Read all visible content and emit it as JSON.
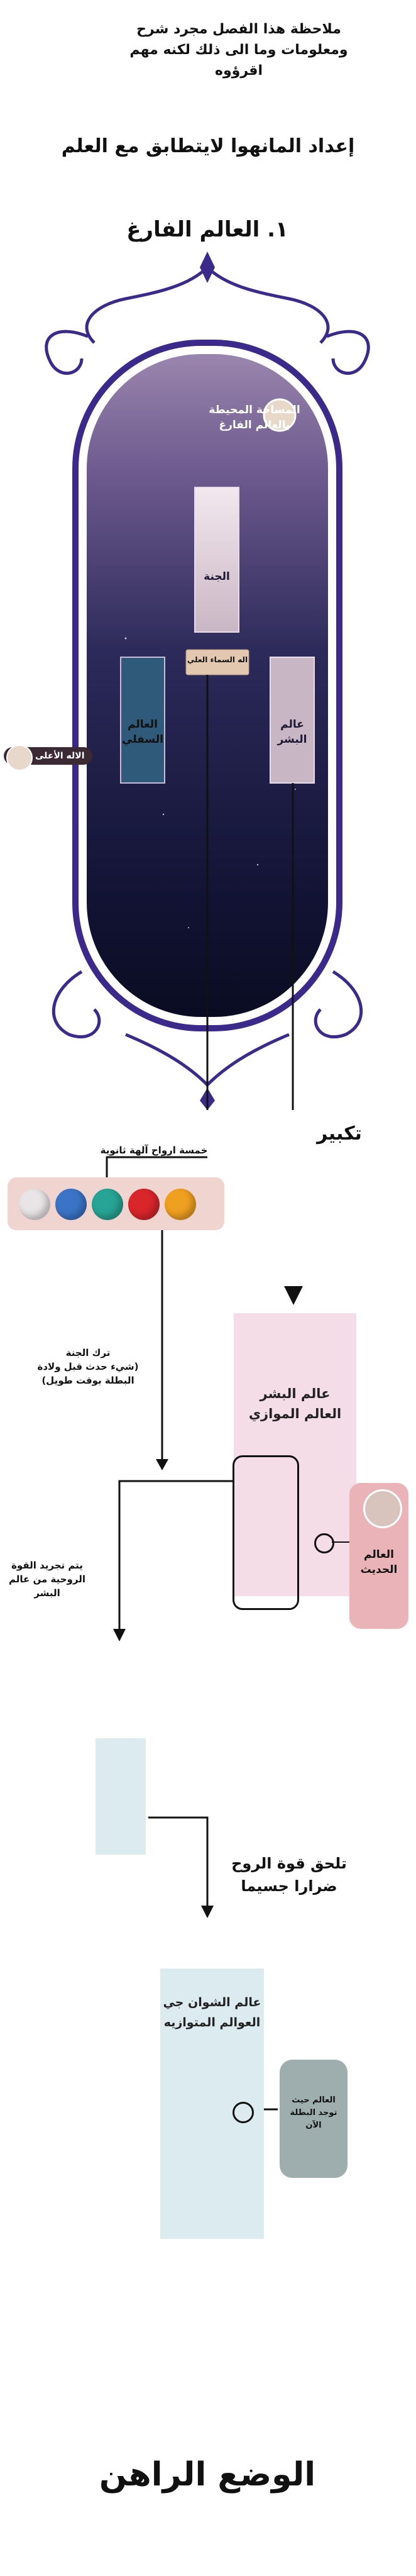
{
  "header": {
    "note_line1": "ملاحظة هذا الفصل مجرد شرح",
    "note_line2": "ومعلومات وما الى ذلك لكنه مهم",
    "note_line3": "اقرؤوه",
    "title": "إعداد المانهوا لايتطابق مع العلم"
  },
  "section1": {
    "title": "١. العالم الفارغ"
  },
  "void_world": {
    "label_line1": "المساحة المحيطة",
    "label_line2": "بالعالم الفارغ",
    "heaven": "الجنة",
    "sky_god": "اله السماء العلي",
    "human_world_line1": "عالم",
    "human_world_line2": "البشر",
    "spirit_world_line1": "العالم",
    "spirit_world_line2": "السفلي"
  },
  "supreme_god_tag": "الاله الأعلى",
  "five_gods_label": "خمسة ارواح آلهة ثانوية",
  "orbs": [
    {
      "name": "orb-gray",
      "color": "#e9e4e6"
    },
    {
      "name": "orb-blue",
      "color": "#3b74c7"
    },
    {
      "name": "orb-teal",
      "color": "#27a495"
    },
    {
      "name": "orb-red",
      "color": "#d9262b"
    },
    {
      "name": "orb-orange",
      "color": "#f0a020"
    }
  ],
  "expansion_label": "تكبير",
  "left_to_heaven": {
    "line1": "ترك الجنة",
    "line2": "(شيء حدث قبل ولادة",
    "line3": "البطلة بوقت طويل)"
  },
  "parallel_world": {
    "line1": "عالم البشر",
    "line2": "العالم الموازي"
  },
  "modern_world": {
    "line1": "العالم",
    "line2": "الحديث"
  },
  "stripped_power": {
    "line1": "يتم تجريد القوة",
    "line2": "الروحية من عالم",
    "line3": "البشر"
  },
  "spirit_damage": {
    "line1": "تلحق قوة الروح",
    "line2": "ضرارا جسيما"
  },
  "shuanju_world": {
    "line1": "عالم الشوان جي",
    "line2": "العوالم المتوازيه"
  },
  "heroine_world": {
    "line1": "العالم حيث",
    "line2": "توجد البطلة",
    "line3": "الآن"
  },
  "footer": {
    "title": "الوضع الراهن"
  }
}
